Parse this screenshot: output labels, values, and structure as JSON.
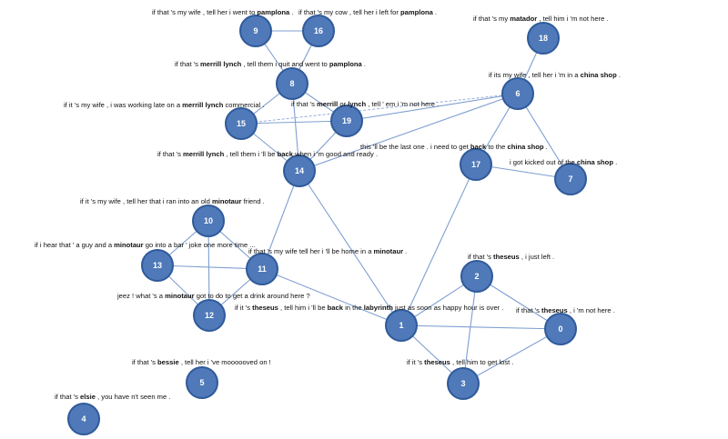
{
  "nodes": [
    {
      "id": "0",
      "parts": [
        {
          "t": "if that 's "
        },
        {
          "t": "theseus",
          "b": true
        },
        {
          "t": " , i 'm not here ."
        }
      ]
    },
    {
      "id": "1",
      "parts": [
        {
          "t": "if it 's "
        },
        {
          "t": "theseus",
          "b": true
        },
        {
          "t": " , tell him i 'll be "
        },
        {
          "t": "back",
          "b": true
        },
        {
          "t": " in the "
        },
        {
          "t": "labyrinth",
          "b": true
        },
        {
          "t": " just as soon as happy hour is over ."
        }
      ]
    },
    {
      "id": "2",
      "parts": [
        {
          "t": "if that 's "
        },
        {
          "t": "theseus",
          "b": true
        },
        {
          "t": " , i just left ."
        }
      ]
    },
    {
      "id": "3",
      "parts": [
        {
          "t": "if it 's "
        },
        {
          "t": "theseus",
          "b": true
        },
        {
          "t": " , tell him to get lost ."
        }
      ]
    },
    {
      "id": "4",
      "parts": [
        {
          "t": "if that 's "
        },
        {
          "t": "elsie",
          "b": true
        },
        {
          "t": " , you have n't seen me ."
        }
      ]
    },
    {
      "id": "5",
      "parts": [
        {
          "t": "if that 's "
        },
        {
          "t": "bessie",
          "b": true
        },
        {
          "t": " , tell her i 've moooooved on !"
        }
      ]
    },
    {
      "id": "6",
      "parts": [
        {
          "t": "if its my wife , tell her i 'm in a "
        },
        {
          "t": "china shop",
          "b": true
        },
        {
          "t": " ."
        }
      ]
    },
    {
      "id": "7",
      "parts": [
        {
          "t": "i got kicked out of the "
        },
        {
          "t": "china shop",
          "b": true
        },
        {
          "t": " ."
        }
      ]
    },
    {
      "id": "8",
      "parts": [
        {
          "t": "if that 's "
        },
        {
          "t": "merrill lynch",
          "b": true
        },
        {
          "t": " , tell them i quit and went to "
        },
        {
          "t": "pamplona",
          "b": true
        },
        {
          "t": " ."
        }
      ]
    },
    {
      "id": "9",
      "parts": [
        {
          "t": "if that 's my wife , tell her i went to "
        },
        {
          "t": "pamplona",
          "b": true
        },
        {
          "t": " ."
        }
      ]
    },
    {
      "id": "10",
      "parts": [
        {
          "t": "if it 's my wife , tell her that i ran into an old "
        },
        {
          "t": "minotaur",
          "b": true
        },
        {
          "t": " friend ."
        }
      ]
    },
    {
      "id": "11",
      "parts": [
        {
          "t": "if that 's my wife tell her i 'll be home in a "
        },
        {
          "t": "minotaur",
          "b": true
        },
        {
          "t": " ."
        }
      ]
    },
    {
      "id": "12",
      "parts": [
        {
          "t": "jeez ! what 's a "
        },
        {
          "t": "minotaur",
          "b": true
        },
        {
          "t": " got to do to get a drink around here ?"
        }
      ]
    },
    {
      "id": "13",
      "parts": [
        {
          "t": "if i hear that ' a guy and a "
        },
        {
          "t": "minotaur",
          "b": true
        },
        {
          "t": " go into a bar ' joke one more time ..."
        }
      ]
    },
    {
      "id": "14",
      "parts": [
        {
          "t": "if that 's "
        },
        {
          "t": "merrill lynch",
          "b": true
        },
        {
          "t": " , tell them i 'll be "
        },
        {
          "t": "back",
          "b": true
        },
        {
          "t": " when i 'm good and ready ."
        }
      ]
    },
    {
      "id": "15",
      "parts": [
        {
          "t": "if it 's my wife , i was working late on a "
        },
        {
          "t": "merrill lynch",
          "b": true
        },
        {
          "t": " commercial ."
        }
      ]
    },
    {
      "id": "16",
      "parts": [
        {
          "t": "if that 's my cow , tell her i left for "
        },
        {
          "t": "pamplona",
          "b": true
        },
        {
          "t": " ."
        }
      ]
    },
    {
      "id": "17",
      "parts": [
        {
          "t": "this 'll be the last one . i need to get "
        },
        {
          "t": "back",
          "b": true
        },
        {
          "t": " to the "
        },
        {
          "t": "china shop",
          "b": true
        },
        {
          "t": " ."
        }
      ]
    },
    {
      "id": "18",
      "parts": [
        {
          "t": "if that 's my "
        },
        {
          "t": "matador",
          "b": true
        },
        {
          "t": " , tell him i 'm not here ."
        }
      ]
    },
    {
      "id": "19",
      "parts": [
        {
          "t": "if that 's "
        },
        {
          "t": "merrill",
          "b": true
        },
        {
          "t": " or "
        },
        {
          "t": "lynch",
          "b": true
        },
        {
          "t": " , tell ' em i 'm not here ."
        }
      ]
    }
  ],
  "edges": [
    [
      "9",
      "16"
    ],
    [
      "9",
      "8"
    ],
    [
      "16",
      "8"
    ],
    [
      "8",
      "15"
    ],
    [
      "8",
      "19"
    ],
    [
      "8",
      "14"
    ],
    [
      "15",
      "19"
    ],
    [
      "15",
      "14"
    ],
    [
      "19",
      "14"
    ],
    [
      "19",
      "6"
    ],
    [
      "14",
      "6"
    ],
    [
      "14",
      "11"
    ],
    [
      "14",
      "1"
    ],
    [
      "18",
      "6"
    ],
    [
      "6",
      "17"
    ],
    [
      "6",
      "7"
    ],
    [
      "17",
      "7"
    ],
    [
      "17",
      "1"
    ],
    [
      "10",
      "13"
    ],
    [
      "10",
      "11"
    ],
    [
      "10",
      "12"
    ],
    [
      "13",
      "11"
    ],
    [
      "13",
      "12"
    ],
    [
      "11",
      "12"
    ],
    [
      "11",
      "1"
    ],
    [
      "1",
      "2"
    ],
    [
      "1",
      "0"
    ],
    [
      "1",
      "3"
    ],
    [
      "2",
      "0"
    ],
    [
      "2",
      "3"
    ],
    [
      "3",
      "0"
    ]
  ],
  "dashed_edges": [
    [
      "15",
      "6"
    ],
    [
      "14",
      "6"
    ]
  ]
}
